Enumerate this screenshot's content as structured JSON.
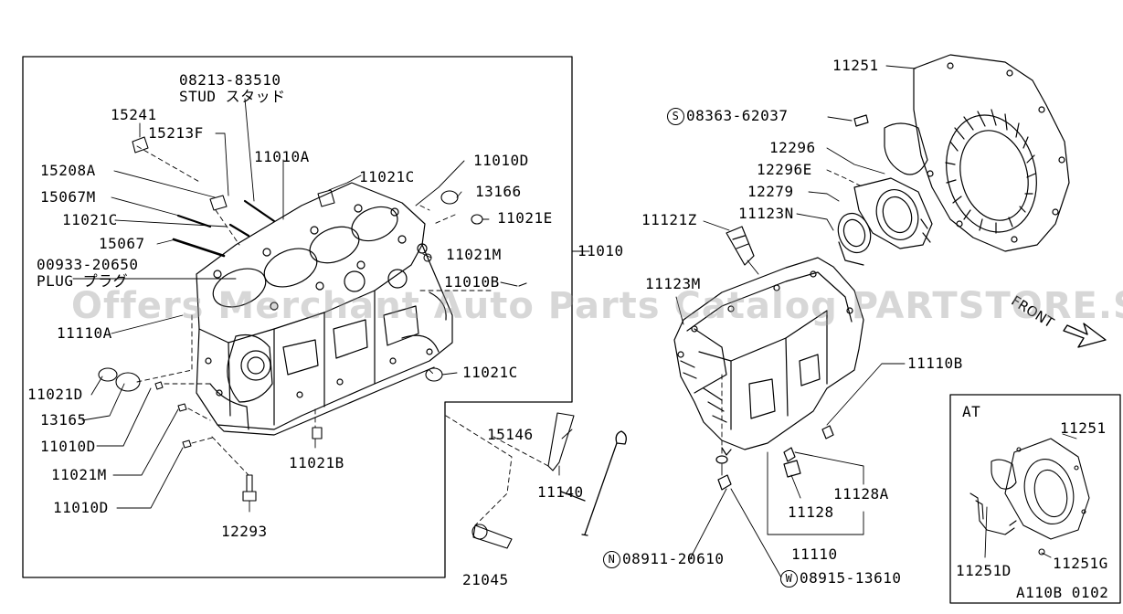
{
  "labels": {
    "stud_part": "08213-83510",
    "stud_name": "STUD スタッド",
    "p15241": "15241",
    "p15213F": "15213F",
    "p11010A": "11010A",
    "p11021C_top": "11021C",
    "p11010D_top": "11010D",
    "p15208A": "15208A",
    "p13166": "13166",
    "p15067M": "15067M",
    "p11021C_left": "11021C",
    "p11021E": "11021E",
    "p15067": "15067",
    "p11021M_top": "11021M",
    "plug_part": "00933-20650",
    "plug_name": "PLUG プラグ",
    "p11010B": "11010B",
    "p11010": "11010",
    "p11110A": "11110A",
    "p11021C_low": "11021C",
    "p11021D": "11021D",
    "p13165": "13165",
    "p11010D_low": "11010D",
    "p11021M_low": "11021M",
    "p11021B": "11021B",
    "p11010D_bottom": "11010D",
    "p12293": "12293",
    "p15146": "15146",
    "p21045": "21045",
    "p11140": "11140",
    "p11251": "11251",
    "s_part": "08363-62037",
    "s_symbol": "S",
    "p12296": "12296",
    "p12296E": "12296E",
    "p12279": "12279",
    "p11121Z": "11121Z",
    "p11123N": "11123N",
    "p11123M": "11123M",
    "p11110B": "11110B",
    "p11128A": "11128A",
    "p11128": "11128",
    "p11110": "11110",
    "n_symbol": "N",
    "n_part": "08911-20610",
    "w_symbol": "W",
    "w_part": "08915-13610",
    "at_title": "AT",
    "at_11251": "11251",
    "at_11251D": "11251D",
    "at_11251G": "11251G",
    "fig_code": "A110B 0102",
    "front_arrow": "FRONT"
  },
  "watermark": "Offers Merchant Auto Parts Catalog PARTSTORE.SA"
}
